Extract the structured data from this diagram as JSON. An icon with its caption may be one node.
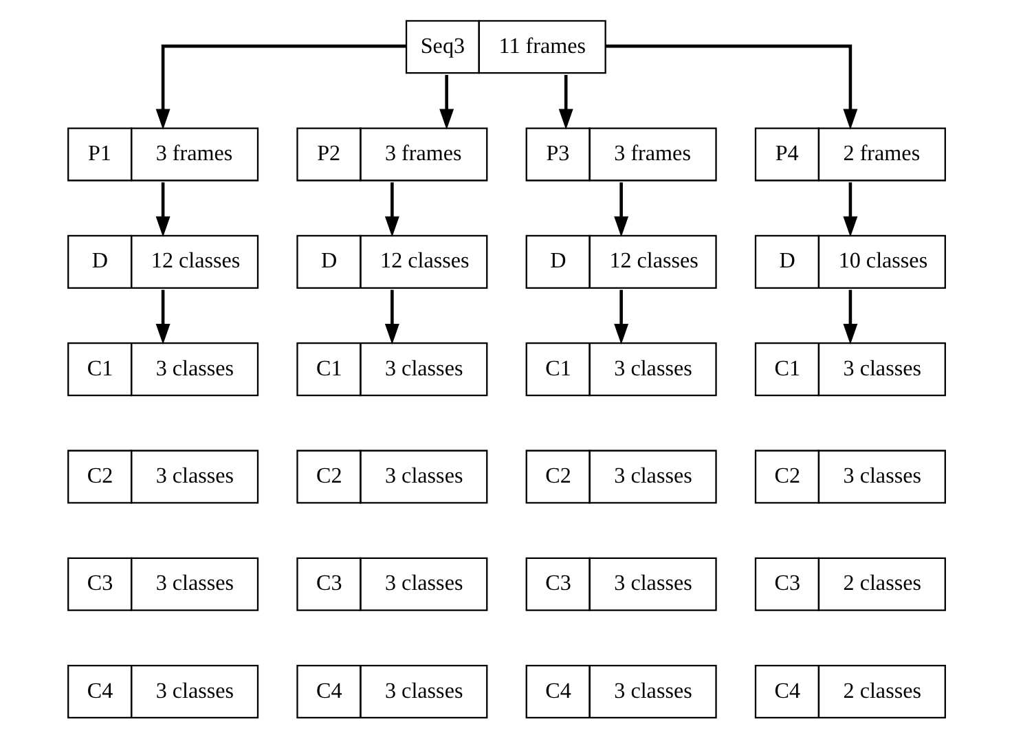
{
  "diagram": {
    "nodes": [
      {
        "text": [
          "Seq3",
          "11 frames"
        ]
      },
      {
        "text": [
          "P1",
          "3 frames"
        ]
      },
      {
        "text": [
          "P2",
          "3 frames"
        ]
      },
      {
        "text": [
          "P3",
          "3 frames"
        ]
      },
      {
        "text": [
          "P4",
          "2 frames"
        ]
      },
      {
        "text": [
          "D",
          "12 classes"
        ]
      },
      {
        "text": [
          "D",
          "12 classes"
        ]
      },
      {
        "text": [
          "D",
          "12 classes"
        ]
      },
      {
        "text": [
          "D",
          "10 classes"
        ]
      },
      {
        "text": [
          "C1",
          "3 classes"
        ]
      },
      {
        "text": [
          "C1",
          "3 classes"
        ]
      },
      {
        "text": [
          "C1",
          "3 classes"
        ]
      },
      {
        "text": [
          "C1",
          "3 classes"
        ]
      },
      {
        "text": [
          "C2",
          "3 classes"
        ]
      },
      {
        "text": [
          "C2",
          "3 classes"
        ]
      },
      {
        "text": [
          "C2",
          "3 classes"
        ]
      },
      {
        "text": [
          "C2",
          "3 classes"
        ]
      },
      {
        "text": [
          "C3",
          "3 classes"
        ]
      },
      {
        "text": [
          "C3",
          "3 classes"
        ]
      },
      {
        "text": [
          "C3",
          "3 classes"
        ]
      },
      {
        "text": [
          "C3",
          "2 classes"
        ]
      },
      {
        "text": [
          "C4",
          "3 classes"
        ]
      },
      {
        "text": [
          "C4",
          "3 classes"
        ]
      },
      {
        "text": [
          "C4",
          "3 classes"
        ]
      },
      {
        "text": [
          "C4",
          "2 classes"
        ]
      }
    ],
    "edges": [
      {
        "from": 0,
        "to": 1,
        "arrow": "to"
      },
      {
        "from": 0,
        "to": 2,
        "arrow": "to"
      },
      {
        "from": 0,
        "to": 3,
        "arrow": "to"
      },
      {
        "from": 0,
        "to": 4,
        "arrow": "to"
      },
      {
        "from": 1,
        "to": 5,
        "arrow": "to"
      },
      {
        "from": 2,
        "to": 6,
        "arrow": "to"
      },
      {
        "from": 3,
        "to": 7,
        "arrow": "to"
      },
      {
        "from": 4,
        "to": 8,
        "arrow": "to"
      },
      {
        "from": 5,
        "to": 9,
        "arrow": "to"
      },
      {
        "from": 6,
        "to": 10,
        "arrow": "to"
      },
      {
        "from": 7,
        "to": 11,
        "arrow": "to"
      },
      {
        "from": 8,
        "to": 12,
        "arrow": "to"
      }
    ]
  }
}
